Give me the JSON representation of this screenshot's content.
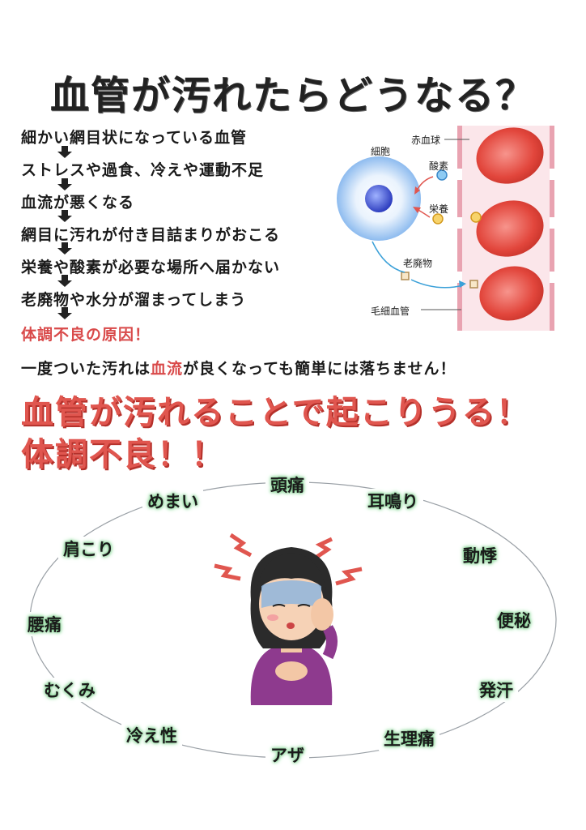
{
  "title": "血管が汚れたらどうなる？",
  "flow_steps": [
    "細かい網目状になっている血管",
    "ストレスや過食、冷えや運動不足",
    "血流が悪くなる",
    "網目に汚れが付き目詰まりがおこる",
    "栄養や酸素が必要な場所へ届かない",
    "老廃物や水分が溜まってしまう"
  ],
  "cause": "体調不良の原因！",
  "note": {
    "before": "一度ついた汚れは",
    "highlight": "血流",
    "after": "が良くなっても簡単には落ちません！"
  },
  "headline": {
    "line1": "血管が汚れることで起こりうる！",
    "line2": "体調不良！！"
  },
  "diagram_labels": {
    "cell": "細胞",
    "red_blood_cell": "赤血球",
    "oxygen": "酸素",
    "nutrition": "栄養",
    "waste": "老廃物",
    "capillary": "毛細血管"
  },
  "symptoms": {
    "headache": "頭痛",
    "tinnitus": "耳鳴り",
    "palpitation": "動悸",
    "constipation": "便秘",
    "sweating": "発汗",
    "menstrual_pain": "生理痛",
    "bruise": "アザ",
    "cold_sensitivity": "冷え性",
    "swelling": "むくみ",
    "back_pain": "腰痛",
    "stiff_shoulder": "肩こり",
    "dizziness": "めまい"
  },
  "colors": {
    "accent_red": "#e0564f",
    "glow_green": "#8fd99c",
    "vessel_pink": "#f3c6cc",
    "cell_blue": "#7fb2ea"
  }
}
